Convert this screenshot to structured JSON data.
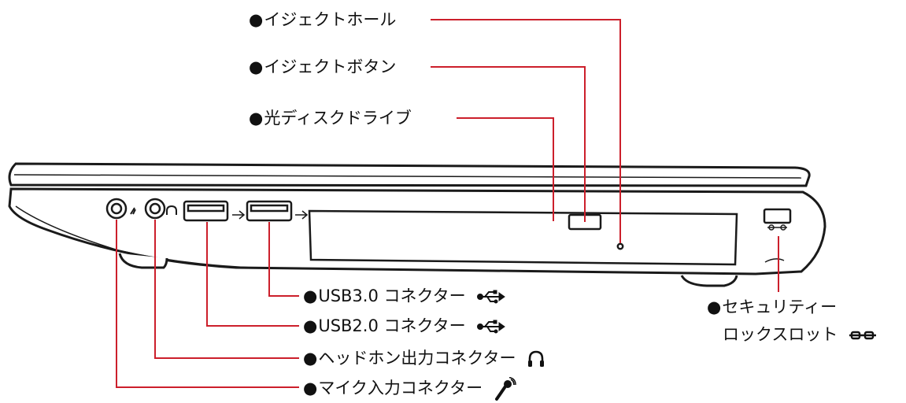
{
  "diagram": {
    "bullet": "●",
    "labels": {
      "eject_hole": "イジェクトホール",
      "eject_button": "イジェクトボタン",
      "optical_drive": "光ディスクドライブ",
      "usb30": "USB3.0 コネクター",
      "usb20": "USB2.0 コネクター",
      "headphone": "ヘッドホン出力コネクター",
      "mic": "マイク入力コネクター",
      "security_line1": "セキュリティー",
      "security_line2": "ロックスロット"
    },
    "icons": {
      "usb30": "usb-icon",
      "usb20": "usb-icon",
      "headphone": "headphone-icon",
      "mic": "microphone-icon",
      "security": "security-lock-icon"
    },
    "colors": {
      "leader_line": "#cc1f2b",
      "outline": "#1a1a1a",
      "text": "#111111"
    }
  }
}
